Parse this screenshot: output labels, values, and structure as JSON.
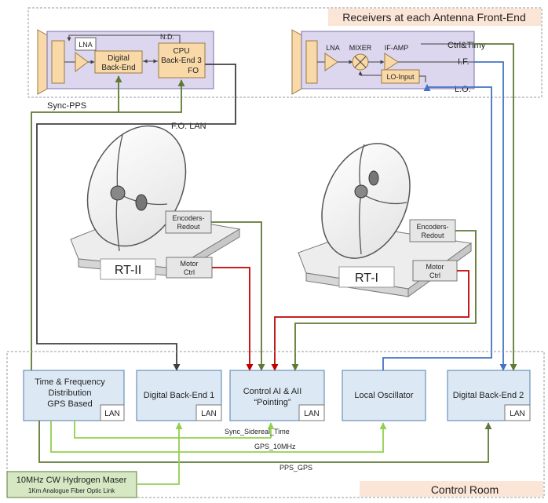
{
  "top_region": {
    "label": "Receivers at each Antenna Front-End"
  },
  "bottom_region": {
    "label": "Control Room"
  },
  "rx_left": {
    "nd": "N.D.",
    "lna": "LNA",
    "dbe_line1": "Digital",
    "dbe_line2": "Back-End",
    "cpu_line1": "CPU",
    "cpu_line2": "Back-End 3",
    "fo": "FO"
  },
  "rx_right": {
    "lna": "LNA",
    "mixer": "MIXER",
    "ifamp": "IF-AMP",
    "lo_input": "LO-Input"
  },
  "signals": {
    "ctrl_tlmy": "Ctrl&Tlmy",
    "if": "I.F.",
    "lo": "L.O.",
    "sync_pps": "Sync-PPS",
    "fo_lan": "F.O. LAN",
    "sync_sidereal": "Sync_Sidereal_Time",
    "gps_10mhz": "GPS_10MHz",
    "pps_gps": "PPS_GPS"
  },
  "antennas": {
    "rt2": {
      "label": "RT-II",
      "encoders_1": "Encoders-",
      "encoders_2": "Redout",
      "motor_1": "Motor",
      "motor_2": "Ctrl"
    },
    "rt1": {
      "label": "RT-I",
      "encoders_1": "Encoders-",
      "encoders_2": "Redout",
      "motor_1": "Motor",
      "motor_2": "Ctrl"
    }
  },
  "control_room": {
    "tfd_1": "Time & Frequency",
    "tfd_2": "Distribution",
    "tfd_3": "GPS Based",
    "dbe1": "Digital Back-End 1",
    "ctrl_1": "Control AI & AII",
    "ctrl_2": "“Pointing”",
    "lo": "Local Oscillator",
    "dbe2": "Digital Back-End 2",
    "lan": "LAN"
  },
  "maser": {
    "title": "10MHz CW Hydrogen Maser",
    "subtitle": "1Km Analogue Fiber Optic Link"
  },
  "colors": {
    "dark_line": "#404040",
    "green_dark": "#5e7a35",
    "green_light": "#92d050",
    "red": "#c00000",
    "blue": "#4472c4",
    "receiver_fill": "#dcd6ee",
    "amber": "#f9d9a8",
    "blue_box": "#dce9f5",
    "maser_fill": "#d5e8c3"
  }
}
